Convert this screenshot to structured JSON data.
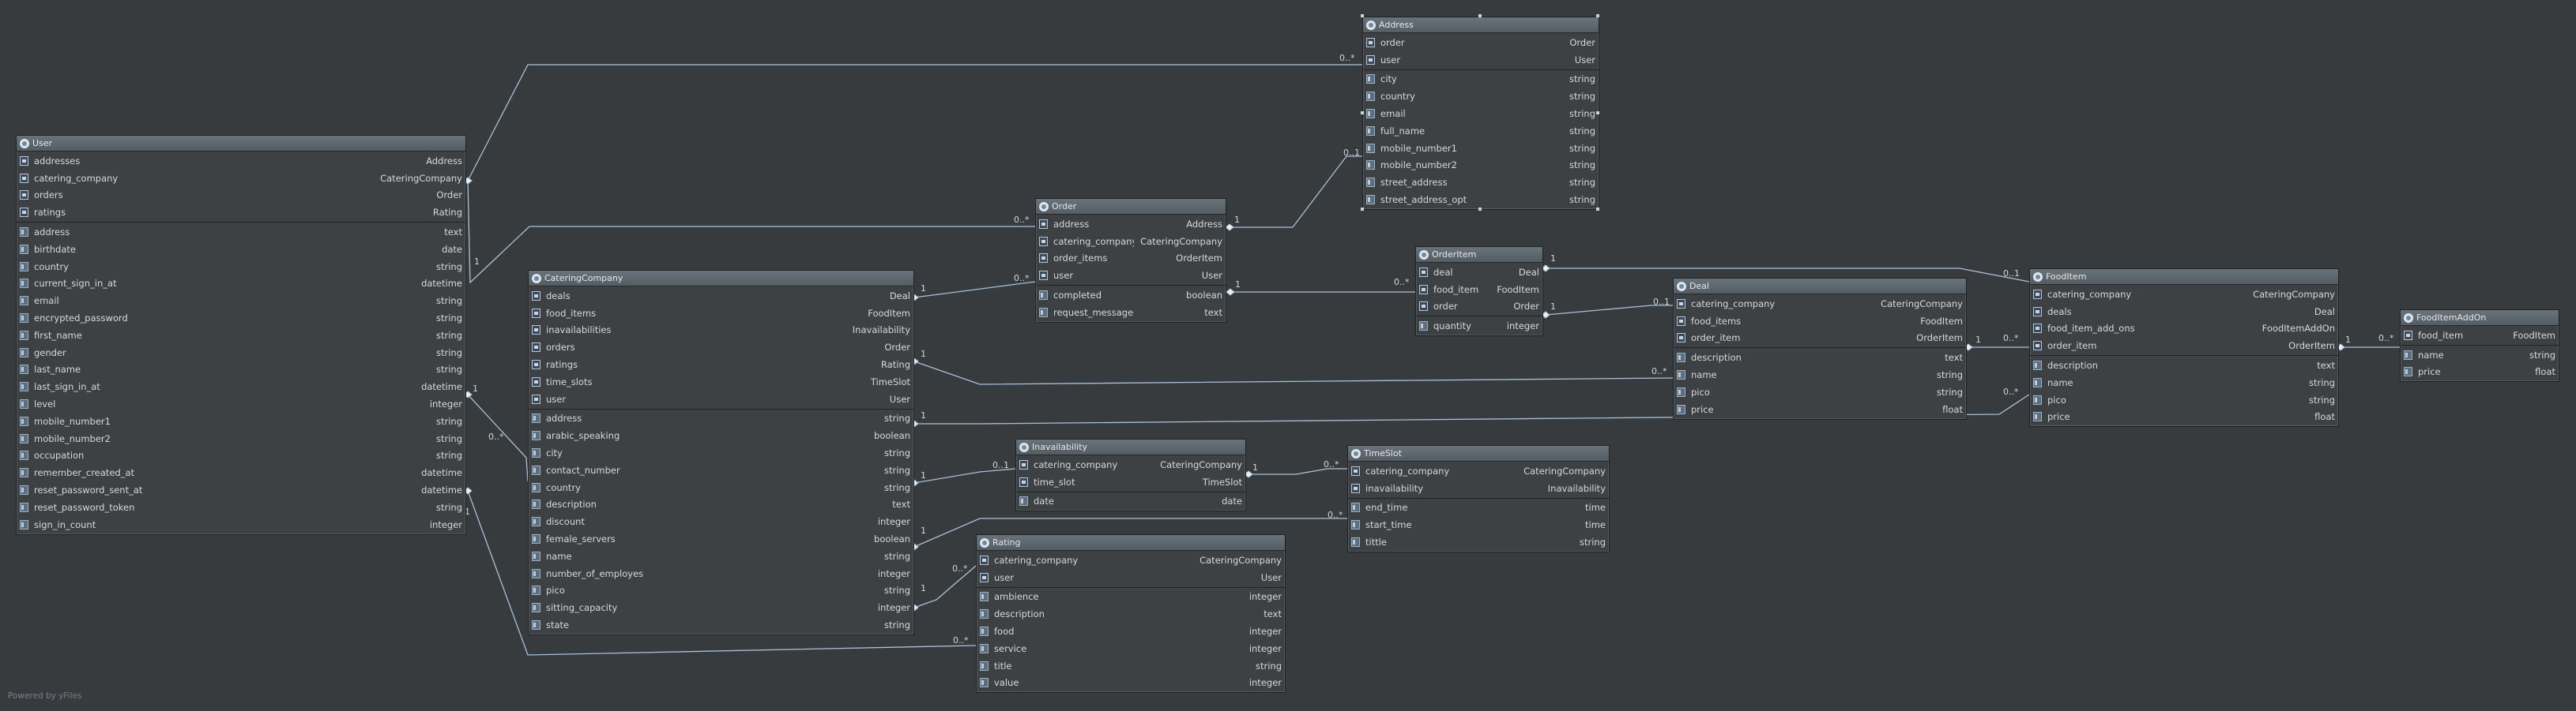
{
  "footer": "Powered by yFiles",
  "entities": [
    {
      "id": "user",
      "title": "User",
      "rels": [
        [
          "addresses",
          "Address"
        ],
        [
          "catering_company",
          "CateringCompany"
        ],
        [
          "orders",
          "Order"
        ],
        [
          "ratings",
          "Rating"
        ]
      ],
      "attrs": [
        [
          "address",
          "text"
        ],
        [
          "birthdate",
          "date"
        ],
        [
          "country",
          "string"
        ],
        [
          "current_sign_in_at",
          "datetime"
        ],
        [
          "email",
          "string"
        ],
        [
          "encrypted_password",
          "string"
        ],
        [
          "first_name",
          "string"
        ],
        [
          "gender",
          "string"
        ],
        [
          "last_name",
          "string"
        ],
        [
          "last_sign_in_at",
          "datetime"
        ],
        [
          "level",
          "integer"
        ],
        [
          "mobile_number1",
          "string"
        ],
        [
          "mobile_number2",
          "string"
        ],
        [
          "occupation",
          "string"
        ],
        [
          "remember_created_at",
          "datetime"
        ],
        [
          "reset_password_sent_at",
          "datetime"
        ],
        [
          "reset_password_token",
          "string"
        ],
        [
          "sign_in_count",
          "integer"
        ]
      ]
    },
    {
      "id": "catering",
      "title": "CateringCompany",
      "rels": [
        [
          "deals",
          "Deal"
        ],
        [
          "food_items",
          "FoodItem"
        ],
        [
          "inavailabilities",
          "Inavailability"
        ],
        [
          "orders",
          "Order"
        ],
        [
          "ratings",
          "Rating"
        ],
        [
          "time_slots",
          "TimeSlot"
        ],
        [
          "user",
          "User"
        ]
      ],
      "attrs": [
        [
          "address",
          "string"
        ],
        [
          "arabic_speaking",
          "boolean"
        ],
        [
          "city",
          "string"
        ],
        [
          "contact_number",
          "string"
        ],
        [
          "country",
          "string"
        ],
        [
          "description",
          "text"
        ],
        [
          "discount",
          "integer"
        ],
        [
          "female_servers",
          "boolean"
        ],
        [
          "name",
          "string"
        ],
        [
          "number_of_employes",
          "integer"
        ],
        [
          "pico",
          "string"
        ],
        [
          "sitting_capacity",
          "integer"
        ],
        [
          "state",
          "string"
        ]
      ]
    },
    {
      "id": "address",
      "title": "Address",
      "rels": [
        [
          "order",
          "Order"
        ],
        [
          "user",
          "User"
        ]
      ],
      "attrs": [
        [
          "city",
          "string"
        ],
        [
          "country",
          "string"
        ],
        [
          "email",
          "string"
        ],
        [
          "full_name",
          "string"
        ],
        [
          "mobile_number1",
          "string"
        ],
        [
          "mobile_number2",
          "string"
        ],
        [
          "street_address",
          "string"
        ],
        [
          "street_address_opt",
          "string"
        ]
      ]
    },
    {
      "id": "order",
      "title": "Order",
      "rels": [
        [
          "address",
          "Address"
        ],
        [
          "catering_company",
          "CateringCompany"
        ],
        [
          "order_items",
          "OrderItem"
        ],
        [
          "user",
          "User"
        ]
      ],
      "attrs": [
        [
          "completed",
          "boolean"
        ],
        [
          "request_message",
          "text"
        ]
      ]
    },
    {
      "id": "orderitem",
      "title": "OrderItem",
      "rels": [
        [
          "deal",
          "Deal"
        ],
        [
          "food_item",
          "FoodItem"
        ],
        [
          "order",
          "Order"
        ]
      ],
      "attrs": [
        [
          "quantity",
          "integer"
        ]
      ]
    },
    {
      "id": "deal",
      "title": "Deal",
      "rels": [
        [
          "catering_company",
          "CateringCompany"
        ],
        [
          "food_items",
          "FoodItem"
        ],
        [
          "order_item",
          "OrderItem"
        ]
      ],
      "attrs": [
        [
          "description",
          "text"
        ],
        [
          "name",
          "string"
        ],
        [
          "pico",
          "string"
        ],
        [
          "price",
          "float"
        ]
      ]
    },
    {
      "id": "fooditem",
      "title": "FoodItem",
      "rels": [
        [
          "catering_company",
          "CateringCompany"
        ],
        [
          "deals",
          "Deal"
        ],
        [
          "food_item_add_ons",
          "FoodItemAddOn"
        ],
        [
          "order_item",
          "OrderItem"
        ]
      ],
      "attrs": [
        [
          "description",
          "text"
        ],
        [
          "name",
          "string"
        ],
        [
          "pico",
          "string"
        ],
        [
          "price",
          "float"
        ]
      ]
    },
    {
      "id": "addon",
      "title": "FoodItemAddOn",
      "rels": [
        [
          "food_item",
          "FoodItem"
        ]
      ],
      "attrs": [
        [
          "name",
          "string"
        ],
        [
          "price",
          "float"
        ]
      ]
    },
    {
      "id": "inav",
      "title": "Inavailability",
      "rels": [
        [
          "catering_company",
          "CateringCompany"
        ],
        [
          "time_slot",
          "TimeSlot"
        ]
      ],
      "attrs": [
        [
          "date",
          "date"
        ]
      ]
    },
    {
      "id": "timeslot",
      "title": "TimeSlot",
      "rels": [
        [
          "catering_company",
          "CateringCompany"
        ],
        [
          "inavailability",
          "Inavailability"
        ]
      ],
      "attrs": [
        [
          "end_time",
          "time"
        ],
        [
          "start_time",
          "time"
        ],
        [
          "tittle",
          "string"
        ]
      ]
    },
    {
      "id": "rating",
      "title": "Rating",
      "rels": [
        [
          "catering_company",
          "CateringCompany"
        ],
        [
          "user",
          "User"
        ]
      ],
      "attrs": [
        [
          "ambience",
          "integer"
        ],
        [
          "description",
          "text"
        ],
        [
          "food",
          "integer"
        ],
        [
          "service",
          "integer"
        ],
        [
          "title",
          "string"
        ],
        [
          "value",
          "integer"
        ]
      ]
    }
  ],
  "multiplicities": [
    "0..*",
    "0..1",
    "1",
    "0..*",
    "1",
    "0..*",
    "1",
    "0..*",
    "1",
    "0..*",
    "1",
    "0..1",
    "1",
    "0..*",
    "1",
    "0..*",
    "1",
    "0..*",
    "1",
    "0..*",
    "1",
    "0..*",
    "1",
    "0..1",
    "0..*",
    "1",
    "0..*",
    "0..*",
    "1",
    "0..*",
    "1",
    "0..*",
    "1",
    "0..*",
    "1",
    "0..*"
  ]
}
